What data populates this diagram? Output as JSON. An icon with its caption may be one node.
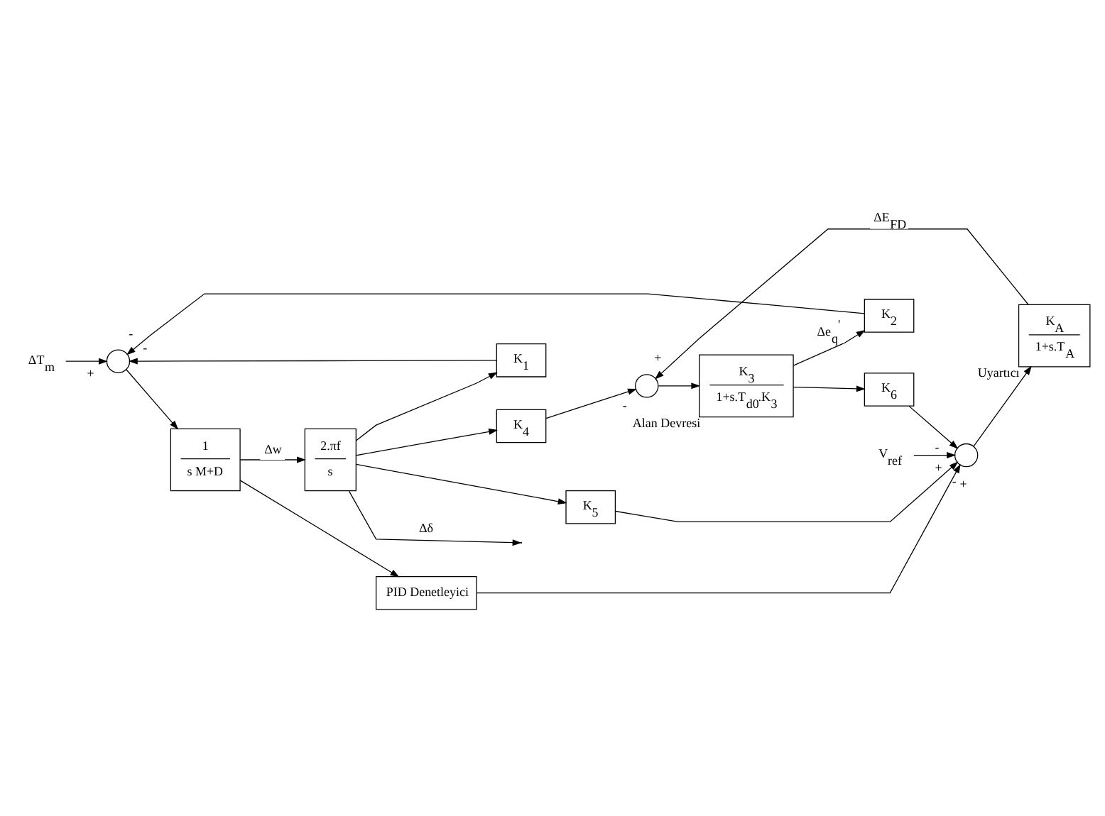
{
  "diagram": {
    "nodes": [
      {
        "text": [
          "ΔT$_{m}$"
        ]
      },
      {
        "text": [],
        "shape": "circle"
      },
      {
        "text": [
          "1",
          "s M+D"
        ]
      },
      {
        "text": [
          "2.πf",
          "s"
        ]
      },
      {
        "text": [
          "PID Denetleyici"
        ]
      },
      {
        "text": [
          "K$_{1}$"
        ]
      },
      {
        "text": [
          "K$_{2}$"
        ]
      },
      {
        "text": [
          "K$_{4}$"
        ]
      },
      {
        "text": [
          "K$_{5}$"
        ]
      },
      {
        "text": [],
        "shape": "circle"
      },
      {
        "text": [
          "K$_{3}$",
          "1+s.T$_{d0}$.K$_{3}$"
        ],
        "beside": [
          "Alan Devresi"
        ]
      },
      {
        "text": [
          "K$_{A}$",
          "1+s.T$_{A}$"
        ],
        "beside": [
          "Uyartıcı"
        ]
      },
      {
        "text": [],
        "shape": "circle"
      },
      {
        "text": [
          "K$_{6}$"
        ]
      },
      {
        "text": [
          "V$_{ref}$"
        ]
      }
    ],
    "edges": [
      {
        "from": 0,
        "to": 1,
        "arrow": "to"
      },
      {
        "from": 1,
        "to": 2,
        "arrow": "to"
      },
      {
        "from": 2,
        "to": 3,
        "arrow": "to",
        "label": "Δw"
      },
      {
        "from": 2,
        "to": 4,
        "arrow": "to"
      },
      {
        "from": 3,
        "to": 5,
        "arrow": "to"
      },
      {
        "from": 3,
        "to": null,
        "arrow": "to",
        "label": "Δδ"
      },
      {
        "from": 3,
        "to": 7,
        "arrow": "to"
      },
      {
        "from": 3,
        "to": 8,
        "arrow": "to"
      },
      {
        "from": 5,
        "to": 1,
        "arrow": "to"
      },
      {
        "from": 6,
        "to": 1,
        "arrow": "to"
      },
      {
        "from": 7,
        "to": 9,
        "arrow": "to"
      },
      {
        "from": 8,
        "to": 12,
        "arrow": "to"
      },
      {
        "from": 4,
        "to": 12,
        "arrow": "to"
      },
      {
        "from": 14,
        "to": 12,
        "arrow": "to"
      },
      {
        "from": 13,
        "to": 12,
        "arrow": "to"
      },
      {
        "from": 12,
        "to": 11,
        "arrow": "to"
      },
      {
        "from": 11,
        "to": 9,
        "arrow": "to",
        "label": "ΔE$_{FD}$"
      },
      {
        "from": 9,
        "to": 10,
        "arrow": "to"
      },
      {
        "from": 10,
        "to": 6,
        "arrow": "to",
        "label": "Δe$_{q}$$^{'}$"
      },
      {
        "from": 10,
        "to": 13,
        "arrow": "to"
      }
    ],
    "labels": [
      "+",
      "-",
      "-",
      "-",
      "+",
      "-",
      "+",
      "+",
      "-"
    ]
  }
}
